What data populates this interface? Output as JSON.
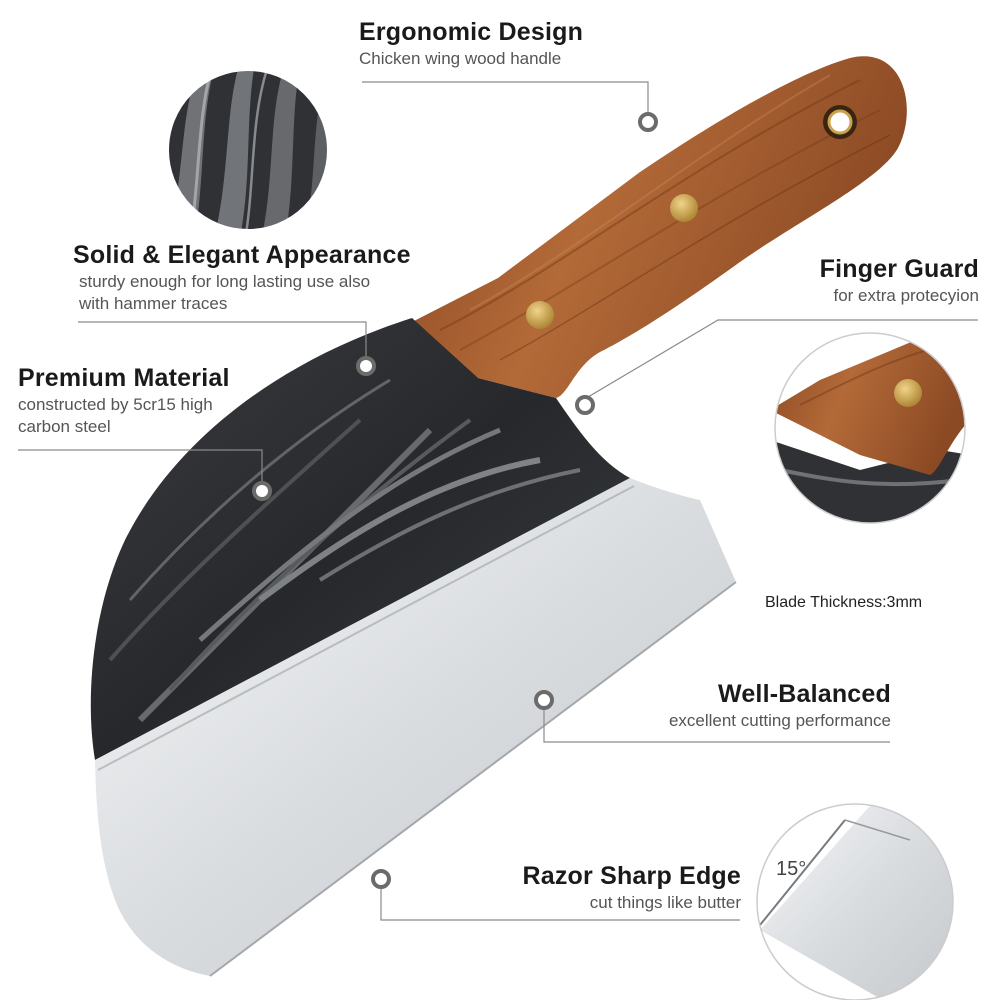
{
  "features": {
    "ergonomic": {
      "title": "Ergonomic Design",
      "desc": "Chicken wing wood handle"
    },
    "appearance": {
      "title": "Solid & Elegant Appearance",
      "desc1": "sturdy enough for long lasting use also",
      "desc2": "with hammer traces"
    },
    "finger_guard": {
      "title": "Finger Guard",
      "desc": "for extra protecyion"
    },
    "material": {
      "title": "Premium Material",
      "desc1": "constructed by 5cr15  high",
      "desc2": "carbon steel"
    },
    "thickness": {
      "text": "Blade Thickness:3mm"
    },
    "balanced": {
      "title": "Well-Balanced",
      "desc": "excellent cutting performance"
    },
    "edge": {
      "title": "Razor Sharp Edge",
      "desc": "cut things like butter",
      "angle": "15°"
    }
  },
  "icons": {
    "main": "cleaver-knife-icon",
    "detail_texture": "hammered-steel-texture-icon",
    "detail_guard": "finger-guard-detail-icon",
    "detail_edge": "blade-edge-detail-icon",
    "markers": "ring-marker-icon"
  },
  "colors": {
    "wood": "#9c5329",
    "wood_dark": "#6e3717",
    "blade_dark": "#2e3034",
    "blade_polished": "#e6e8ea",
    "rivet": "#caa34c",
    "leader_line": "#8a8a8a",
    "marker": "#6b6b6b"
  }
}
